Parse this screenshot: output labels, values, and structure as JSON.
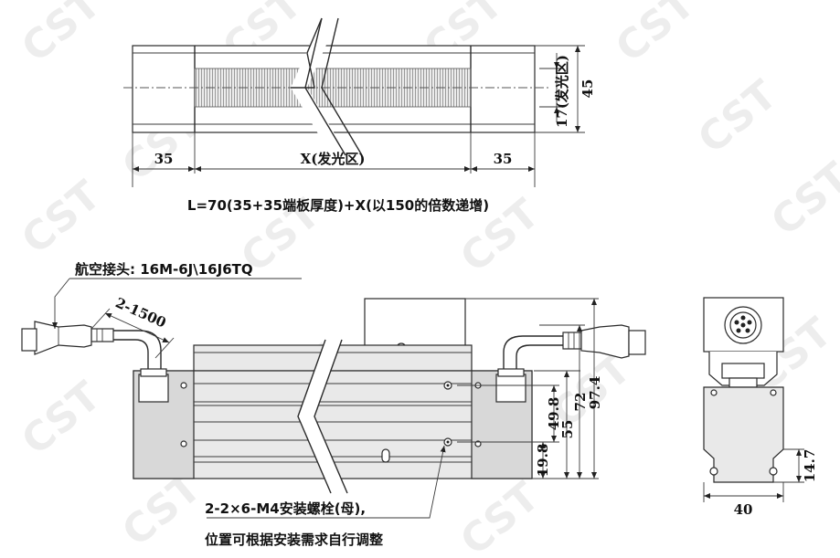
{
  "top_view": {
    "dim_left": "35",
    "dim_middle": "X(发光区)",
    "dim_right": "35",
    "dim_height": "45",
    "dim_emit": "17(发光区)",
    "formula": "L=70(35+35端板厚度)+X(以150的倍数递增)"
  },
  "side_view": {
    "connector_label": "航空接头: 16M-6J\\16J6TQ",
    "cable_label": "2-1500",
    "dims": [
      "19.8",
      "49.8",
      "55",
      "72",
      "97.4"
    ],
    "bolt_note_line1": "2-2×6-M4安装螺栓(母),",
    "bolt_note_line2": "位置可根据安装需求自行调整"
  },
  "end_view": {
    "dim_width": "40",
    "dim_height": "14.7"
  },
  "watermark": "CST"
}
